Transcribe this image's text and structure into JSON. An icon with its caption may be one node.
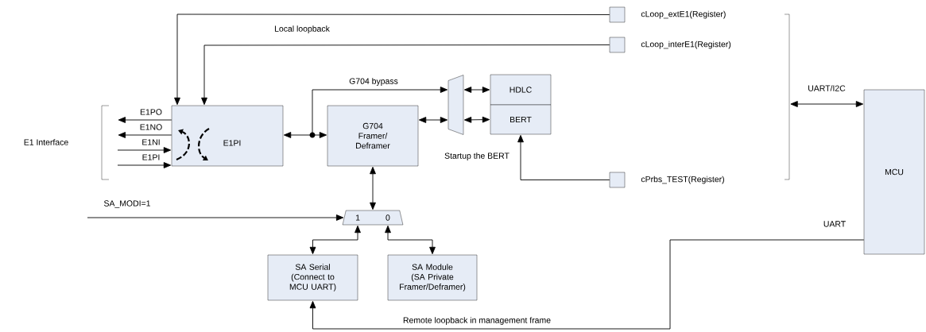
{
  "diagram": {
    "nodes": [
      {
        "text": [
          "E1PI"
        ]
      },
      {
        "text": [
          "G704 Framer/ Deframer"
        ]
      },
      {
        "text": [],
        "shape": "trapezoid"
      },
      {
        "text": [
          "HDLC"
        ]
      },
      {
        "text": [
          "BERT"
        ]
      },
      {
        "text": [],
        "shape": "box",
        "beside": [
          "cLoop_extE1(Register)"
        ]
      },
      {
        "text": [],
        "shape": "box",
        "beside": [
          "cLoop_interE1(Register)"
        ]
      },
      {
        "text": [],
        "shape": "box",
        "beside": [
          "cPrbs_TEST(Register)"
        ]
      },
      {
        "text": [
          "MCU"
        ]
      },
      {
        "text": [
          "1",
          "0"
        ]
      },
      {
        "text": [
          "SA Serial (Connect to MCU UART)"
        ]
      },
      {
        "text": [
          "SA Module (SA Private Framer/Deframer)"
        ]
      },
      {
        "text": [],
        "shape": "bar"
      }
    ],
    "edges": [
      {
        "from": 5,
        "to": 0,
        "arrow": "to"
      },
      {
        "from": 6,
        "to": 0,
        "arrow": "to"
      },
      {
        "from": 0,
        "to": 1,
        "arrow": "both"
      },
      {
        "from": 0,
        "to": 2,
        "arrow": "both",
        "label": "G704 bypass"
      },
      {
        "from": 1,
        "to": 2,
        "arrow": "both"
      },
      {
        "from": 2,
        "to": 3,
        "arrow": "both"
      },
      {
        "from": 2,
        "to": 4,
        "arrow": "both"
      },
      {
        "from": 7,
        "to": 4,
        "arrow": "to",
        "label": "Startup the BERT"
      },
      {
        "from": 1,
        "to": 9,
        "arrow": "both"
      },
      {
        "from": null,
        "to": 9,
        "arrow": "to",
        "label": "SA_MODI=1"
      },
      {
        "from": 9,
        "to": 10,
        "arrow": "both"
      },
      {
        "from": 9,
        "to": 11,
        "arrow": "both"
      },
      {
        "from": 8,
        "to": 10,
        "arrow": "to",
        "label": "Remote loopback in management frame"
      },
      {
        "from": 12,
        "to": 8,
        "arrow": "both",
        "label": "UART/I2C"
      },
      {
        "from": 0,
        "to": null,
        "arrow": "to",
        "label": "E1PO"
      },
      {
        "from": 0,
        "to": null,
        "arrow": "to",
        "label": "E1NO"
      },
      {
        "from": null,
        "to": 0,
        "arrow": "to",
        "label": "E1NI"
      },
      {
        "from": null,
        "to": 0,
        "arrow": "to",
        "label": "E1PI"
      }
    ],
    "labels": [
      "Local loopback",
      "E1 Interface",
      "UART"
    ]
  }
}
